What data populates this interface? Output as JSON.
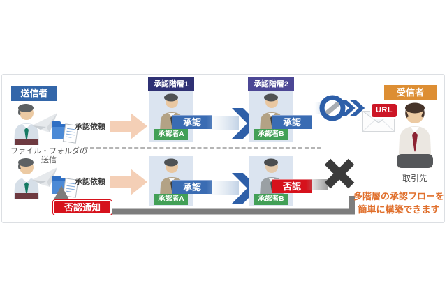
{
  "diagram": {
    "sender": {
      "label": "送信者",
      "caption1": "ファイル・フォルダの",
      "caption2": "送信"
    },
    "request_top": "承認依頼",
    "request_bottom": "承認依頼",
    "tiers": {
      "t1_header": "承認階層1",
      "t2_header": "承認階層2"
    },
    "top": {
      "t1_result": "承認",
      "t1_approver": "承認者A",
      "t2_result": "承認",
      "t2_approver": "承認者B"
    },
    "bottom": {
      "t1_result": "承認",
      "t1_approver": "承認者A",
      "t2_result": "否認",
      "t2_approver": "承認者B",
      "deny_notice": "否認通知"
    },
    "mail": {
      "url_tag": "URL"
    },
    "receiver": {
      "label": "受信者",
      "caption": "取引先"
    },
    "note": {
      "line1": "多階層の承認フローを",
      "line2": "簡単に構築できます"
    },
    "colors": {
      "sender_blue": "#3366a9",
      "tier1_navy": "#2f3174",
      "tier2_purple": "#4c4795",
      "approve_blue": "#3a6cb3",
      "approver_green": "#42a057",
      "deny_red": "#d6121c",
      "receiver_orange": "#dd8e33",
      "url_red": "#cc1626",
      "request_arrow_pink": "#f4cfb6",
      "flow_blue": "#2e5fa8",
      "return_gray": "#7d7d7d",
      "note_orange": "#e0702d",
      "x_dark": "#3b3b3b"
    }
  }
}
